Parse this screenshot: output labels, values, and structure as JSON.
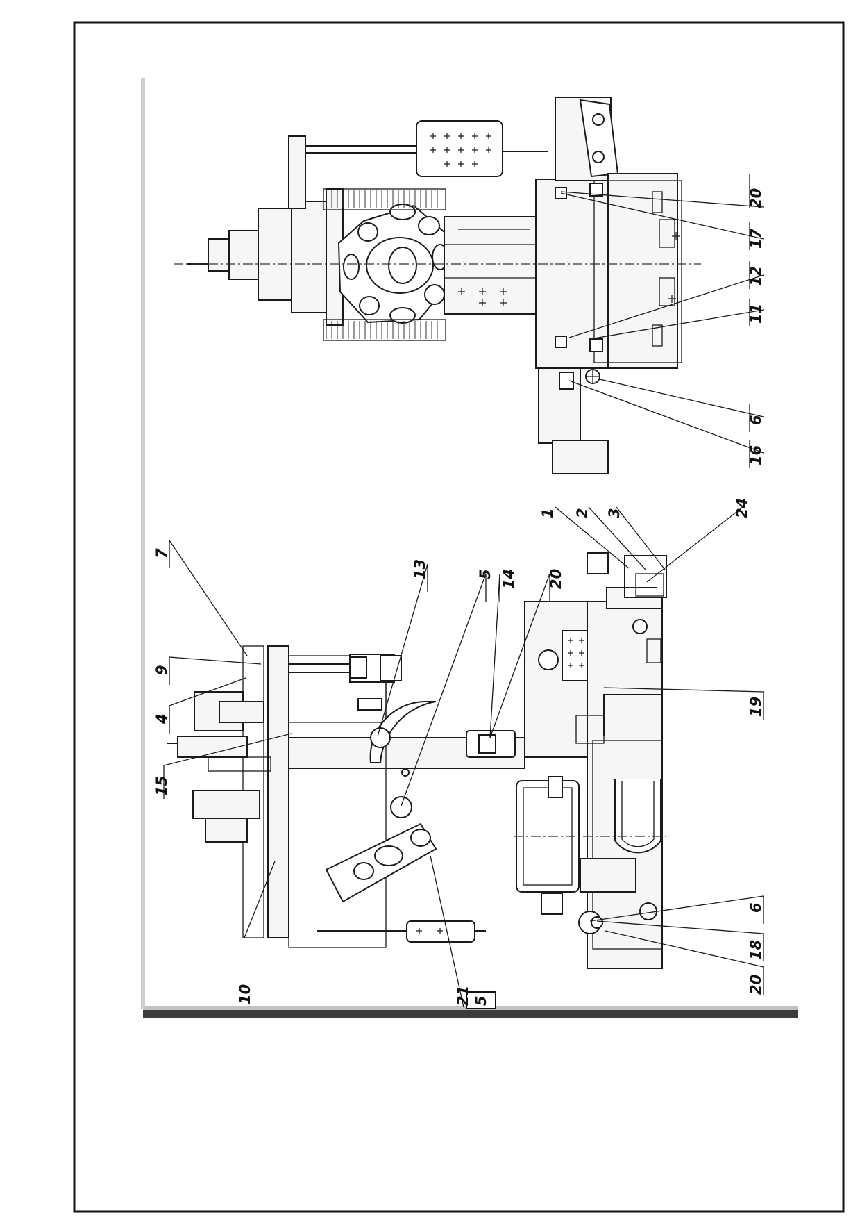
{
  "figure": {
    "callouts_front_view": [
      "10",
      "15",
      "4",
      "9",
      "7",
      "13",
      "5",
      "14",
      "20",
      "1",
      "2",
      "3",
      "24",
      "19",
      "6",
      "18",
      "20"
    ],
    "callouts_side_view": [
      "20",
      "17",
      "12",
      "11",
      "6",
      "16"
    ],
    "stamp": {
      "sheet": "21",
      "digit": "5"
    }
  },
  "colors": {
    "ink": "#1a1a1a",
    "paper": "#ffffff",
    "scan_shadow": "#4a4a4a"
  }
}
